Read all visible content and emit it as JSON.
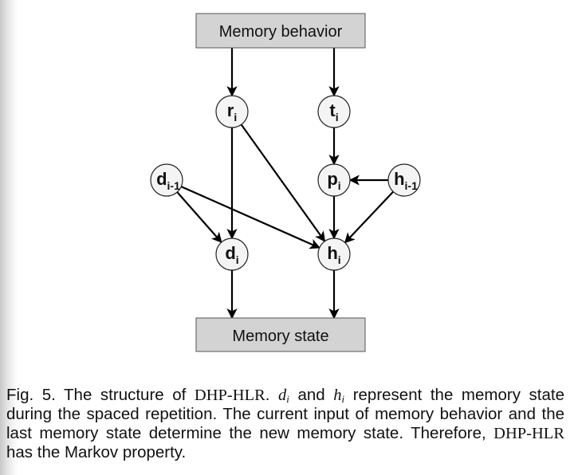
{
  "diagram": {
    "top_box": {
      "label": "Memory behavior"
    },
    "bottom_box": {
      "label": "Memory state"
    },
    "nodes": [
      {
        "id": "r_i",
        "main": "r",
        "sub": "i"
      },
      {
        "id": "t_i",
        "main": "t",
        "sub": "i"
      },
      {
        "id": "d_prev",
        "main": "d",
        "sub": "i-1"
      },
      {
        "id": "p_i",
        "main": "p",
        "sub": "i"
      },
      {
        "id": "h_prev",
        "main": "h",
        "sub": "i-1"
      },
      {
        "id": "d_i",
        "main": "d",
        "sub": "i"
      },
      {
        "id": "h_i",
        "main": "h",
        "sub": "i"
      }
    ],
    "edges": [
      [
        "top_box",
        "r_i"
      ],
      [
        "top_box",
        "t_i"
      ],
      [
        "t_i",
        "p_i"
      ],
      [
        "h_prev",
        "p_i"
      ],
      [
        "r_i",
        "d_i"
      ],
      [
        "r_i",
        "h_i"
      ],
      [
        "d_prev",
        "d_i"
      ],
      [
        "d_prev",
        "h_i"
      ],
      [
        "p_i",
        "h_i"
      ],
      [
        "h_prev",
        "h_i"
      ],
      [
        "d_i",
        "bottom_box"
      ],
      [
        "h_i",
        "bottom_box"
      ]
    ]
  },
  "caption": {
    "prefix": "Fig. 5. The structure of ",
    "model_name": "DHP-HLR",
    "after_model": ". ",
    "var1_main": "d",
    "var1_sub": "i",
    "and_text": " and ",
    "var2_main": "h",
    "var2_sub": "i",
    "body": " represent the memory state during the spaced repetition. The current input of memory behavior and the last memory state determine the new memory state. Therefore, ",
    "model_name_2": "DHP-HLR",
    "suffix": " has the Markov property."
  }
}
